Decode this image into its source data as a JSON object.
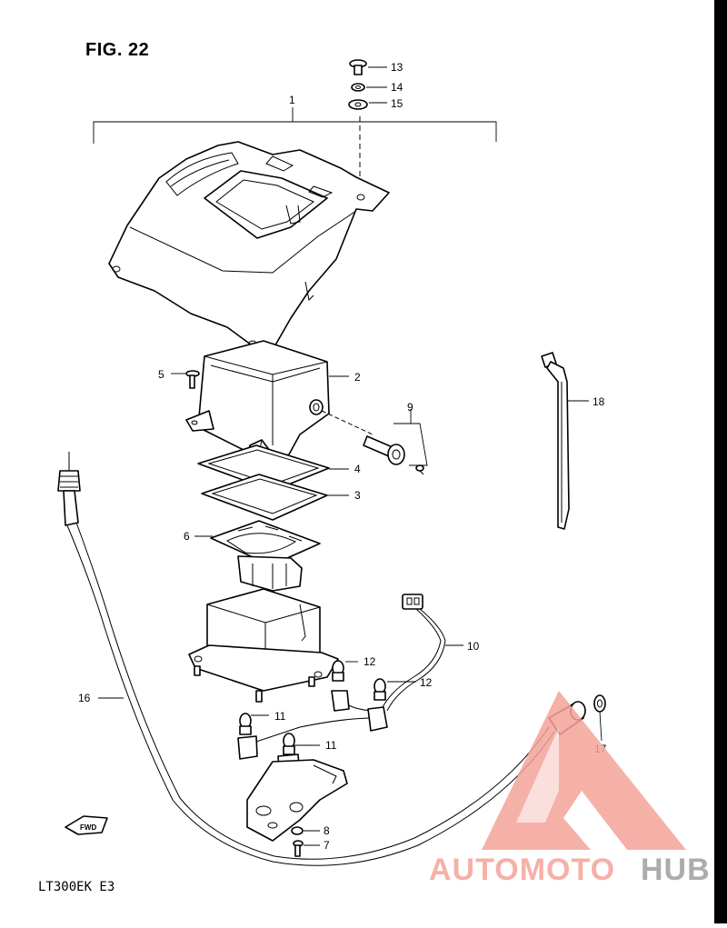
{
  "figure": {
    "title": "FIG. 22",
    "model_code": "LT300EK  E3",
    "fwd_label": "FWD"
  },
  "callouts": [
    "1",
    "2",
    "3",
    "4",
    "5",
    "6",
    "7",
    "8",
    "9",
    "10",
    "11",
    "11",
    "12",
    "12",
    "13",
    "14",
    "15",
    "16",
    "17",
    "18"
  ],
  "watermark": {
    "text_part1": "AUTOMOTO",
    "text_part2": "HUB",
    "color_primary": "#f4a39a",
    "color_secondary": "#9e9e9e"
  }
}
